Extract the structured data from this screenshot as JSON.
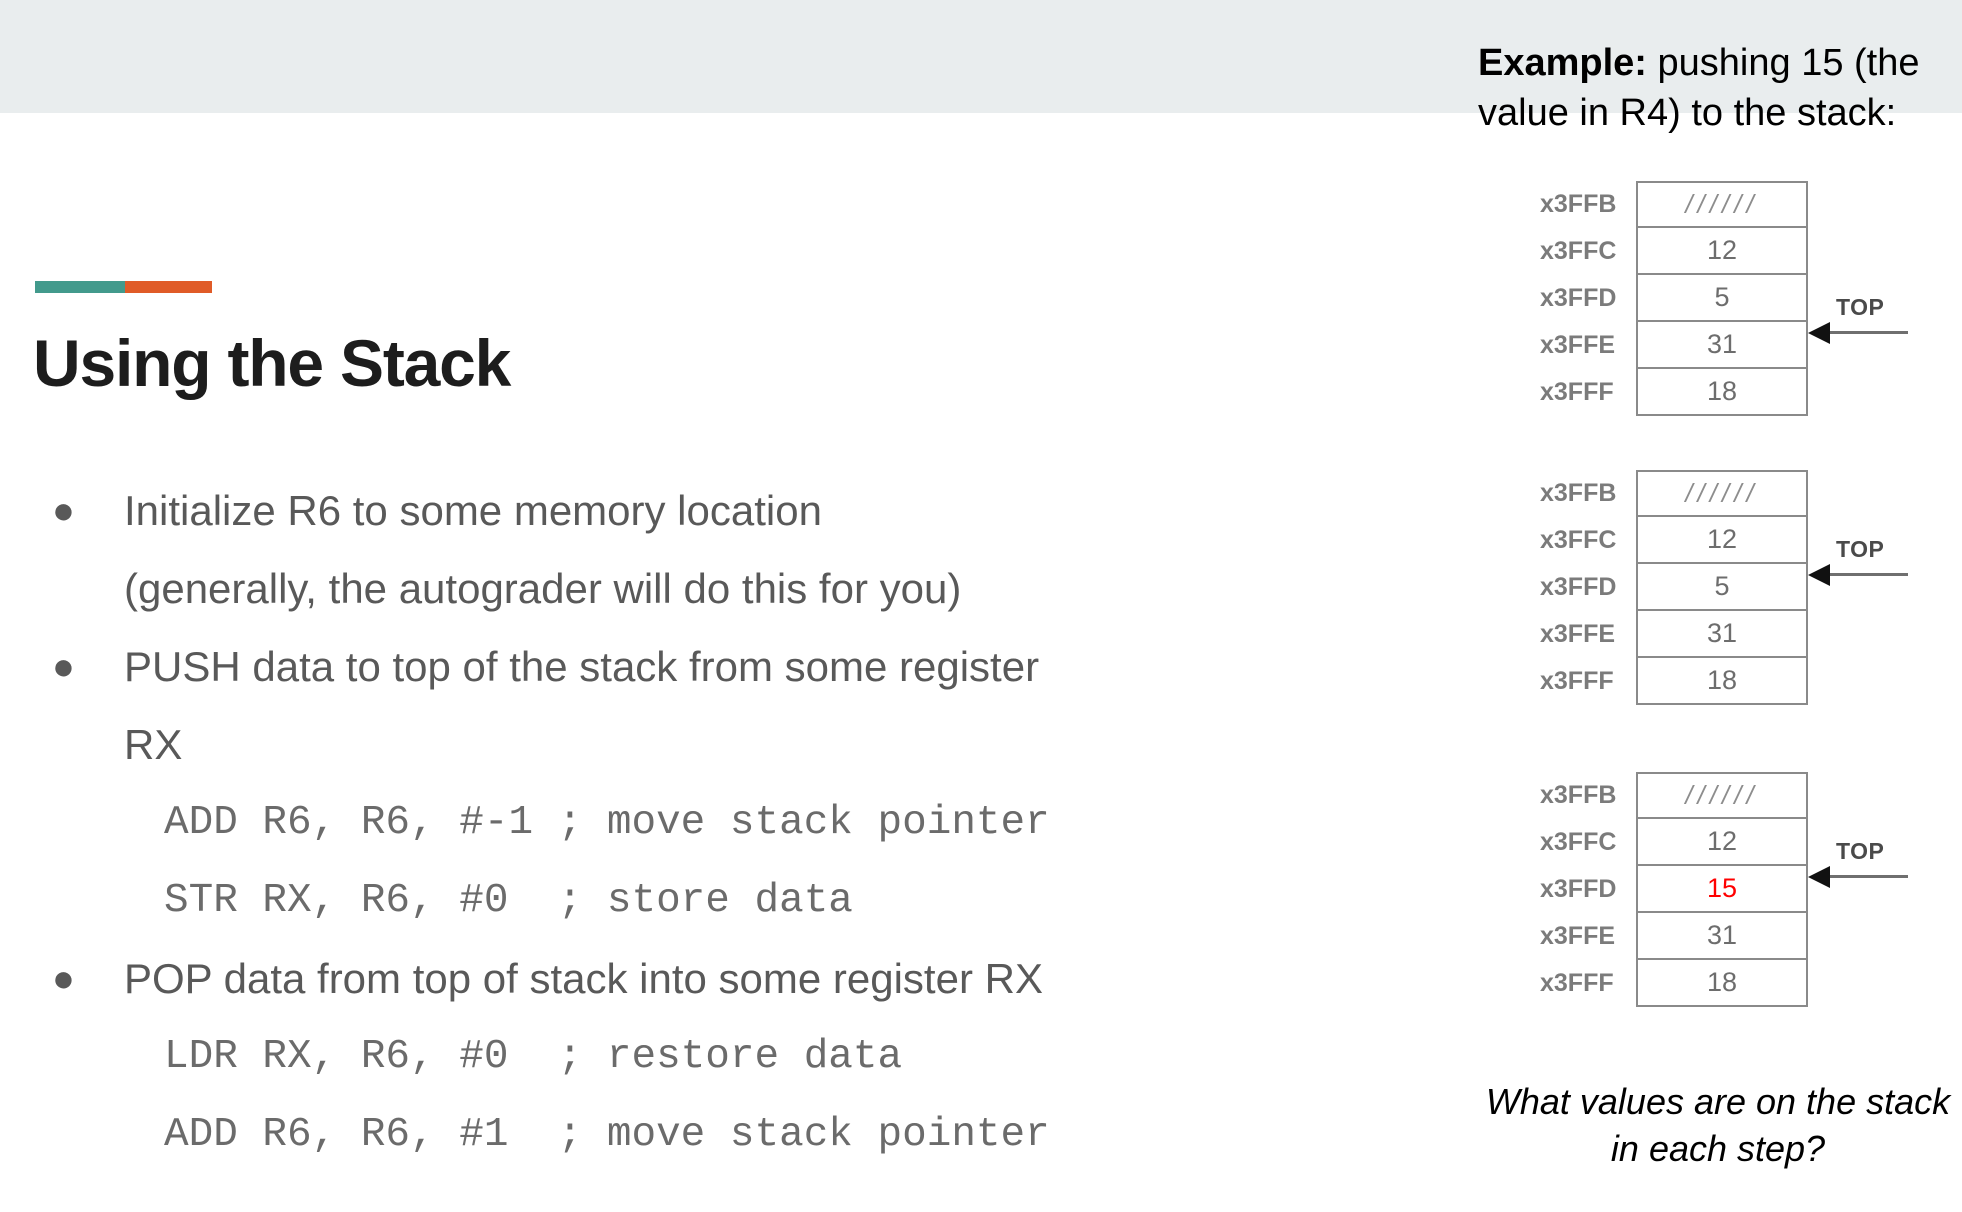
{
  "slide": {
    "title": "Using the Stack",
    "accent": {
      "teal": "#429a8c",
      "orange": "#e05b28"
    },
    "header_band_color": "#e9edee"
  },
  "bullets": [
    {
      "dot": "●",
      "text": "Initialize R6 to some memory location"
    },
    {
      "dot": "",
      "text": "(generally, the autograder will do this for you)"
    },
    {
      "dot": "●",
      "text": "PUSH data to top of the stack from some register"
    },
    {
      "dot": "",
      "text": "RX"
    }
  ],
  "code_push": [
    "ADD R6, R6, #-1 ; move stack pointer",
    "STR RX, R6, #0  ; store data"
  ],
  "bullet_pop": {
    "dot": "●",
    "text": "POP data from top of stack into some register RX"
  },
  "code_pop": [
    "LDR RX, R6, #0  ; restore data",
    "ADD R6, R6, #1  ; move stack pointer"
  ],
  "example": {
    "label": "Example:",
    "text": " pushing 15 (the value in R4) to the stack:"
  },
  "stack_steps": [
    {
      "step": 1,
      "top_address": "x3FFE",
      "top_label": "TOP",
      "rows": [
        {
          "address": "x3FFB",
          "value": "//////",
          "hatched": true,
          "highlight": false
        },
        {
          "address": "x3FFC",
          "value": "12",
          "hatched": false,
          "highlight": false
        },
        {
          "address": "x3FFD",
          "value": "5",
          "hatched": false,
          "highlight": false
        },
        {
          "address": "x3FFE",
          "value": "31",
          "hatched": false,
          "highlight": false
        },
        {
          "address": "x3FFF",
          "value": "18",
          "hatched": false,
          "highlight": false
        }
      ]
    },
    {
      "step": 2,
      "top_address": "x3FFD",
      "top_label": "TOP",
      "rows": [
        {
          "address": "x3FFB",
          "value": "//////",
          "hatched": true,
          "highlight": false
        },
        {
          "address": "x3FFC",
          "value": "12",
          "hatched": false,
          "highlight": false
        },
        {
          "address": "x3FFD",
          "value": "5",
          "hatched": false,
          "highlight": false
        },
        {
          "address": "x3FFE",
          "value": "31",
          "hatched": false,
          "highlight": false
        },
        {
          "address": "x3FFF",
          "value": "18",
          "hatched": false,
          "highlight": false
        }
      ]
    },
    {
      "step": 3,
      "top_address": "x3FFD",
      "top_label": "TOP",
      "rows": [
        {
          "address": "x3FFB",
          "value": "//////",
          "hatched": true,
          "highlight": false
        },
        {
          "address": "x3FFC",
          "value": "12",
          "hatched": false,
          "highlight": false
        },
        {
          "address": "x3FFD",
          "value": "15",
          "hatched": false,
          "highlight": true
        },
        {
          "address": "x3FFE",
          "value": "31",
          "hatched": false,
          "highlight": false
        },
        {
          "address": "x3FFF",
          "value": "18",
          "hatched": false,
          "highlight": false
        }
      ]
    }
  ],
  "question_caption": "What values are on the stack in each step?",
  "colors": {
    "highlight_value": "#ff0000",
    "body_text": "#595959",
    "code_text": "#6b6b6b"
  }
}
